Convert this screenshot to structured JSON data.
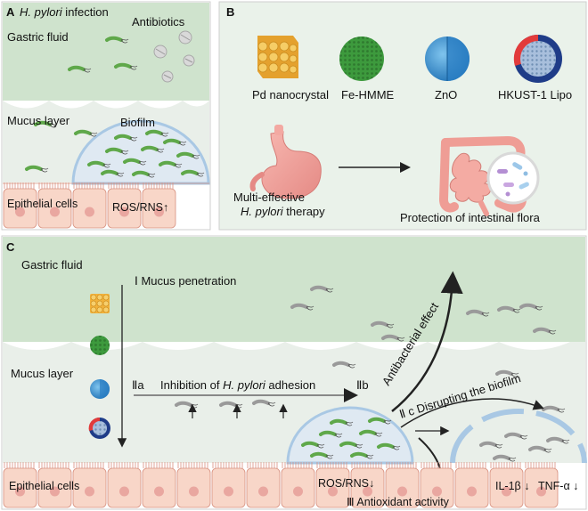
{
  "colors": {
    "gastric_fluid": "#cfe3cd",
    "mucus": "#e9efe9",
    "cell_fill": "#f8d6c8",
    "nucleus": "#e9a7a0",
    "bacteria": "#5fa84a",
    "biofilm": "#a9c8e4",
    "panel_b_bg": "#eaf2ea"
  },
  "panel_a": {
    "label": "A",
    "infection_italic": "H. pylori",
    "infection_rest": " infection",
    "gastric_fluid": "Gastric fluid",
    "antibiotics": "Antibiotics",
    "mucus_layer": "Mucus layer",
    "biofilm": "Biofilm",
    "epithelial_cells": "Epithelial cells",
    "ros_rns": "ROS/RNS↑"
  },
  "panel_b": {
    "label": "B",
    "materials": [
      {
        "name": "Pd nanocrystal",
        "icon": "pd-nanocrystal-icon"
      },
      {
        "name": "Fe-HMME",
        "icon": "fe-hmme-icon"
      },
      {
        "name": "ZnO",
        "icon": "zno-icon"
      },
      {
        "name": "HKUST-1 Lipo",
        "icon": "hkust-lipo-icon"
      }
    ],
    "therapy_line1": "Multi-effective",
    "therapy_italic": "H. pylori",
    "therapy_rest": " therapy",
    "protection": "Protection of intestinal flora"
  },
  "panel_c": {
    "label": "C",
    "gastric_fluid": "Gastric fluid",
    "step1": "Ⅰ  Mucus penetration",
    "mucus_layer": "Mucus layer",
    "step2a_num": "Ⅱa",
    "step2a_text": "Inhibition of ",
    "step2a_italic": "H. pylori",
    "step2a_rest": " adhesion",
    "step2b": "Ⅱb",
    "antibacterial": "Antibacterial effect",
    "disrupting": "Ⅱ c Disrupting the biofilm",
    "epithelial_cells": "Epithelial cells",
    "ros_rns": "ROS/RNS↓",
    "antioxidant": "Ⅲ Antioxidant activity",
    "il1b": "IL-1β ↓",
    "tnfa": "TNF-α ↓"
  }
}
